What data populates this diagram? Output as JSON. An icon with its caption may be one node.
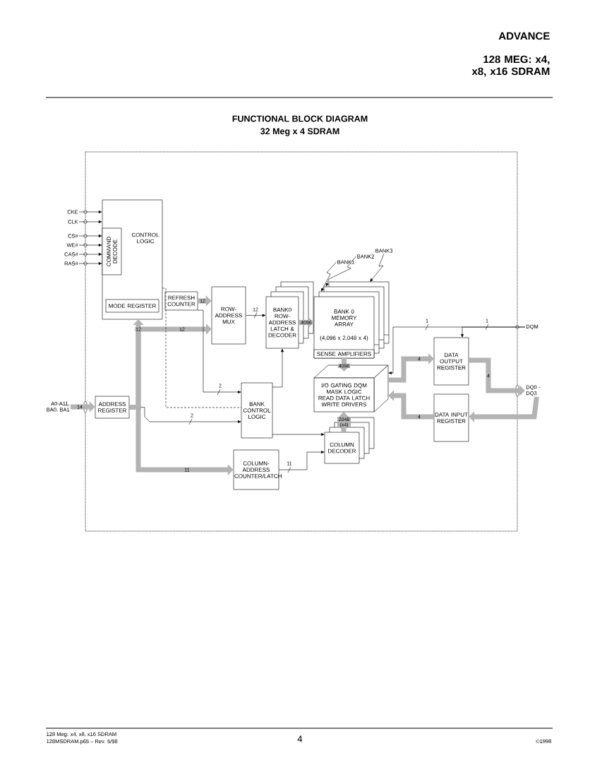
{
  "diagram": {
    "title": "FUNCTIONAL BLOCK DIAGRAM",
    "nodes": [
      {
        "text": [
          "CONTROL LOGIC"
        ]
      },
      {
        "text": [
          "COMMAND DECODE"
        ],
        "in": 0
      },
      {
        "text": [
          "MODE REGISTER"
        ],
        "in": 0
      },
      {
        "text": [
          "REFRESH COUNTER"
        ]
      },
      {
        "text": [
          "ROW-ADDRESS MUX"
        ]
      },
      {
        "text": [
          "BANK0 ROW-ADDRESS LATCH & DECODER"
        ]
      },
      {
        "text": [
          "BANK 0 MEMORY ARRAY",
          "(4,096 x 2,048 x 4)"
        ]
      },
      {
        "text": [
          "SENSE AMPLIFIERS"
        ],
        "in": 6
      },
      {
        "text": [
          "I/O GATING DQM MASK LOGIC READ DATA LATCH WRITE DRIVERS"
        ]
      },
      {
        "text": [
          "DATA OUTPUT REGISTER"
        ]
      },
      {
        "text": [
          "DATA INPUT REGISTER"
        ]
      },
      {
        "text": [
          "ADDRESS REGISTER"
        ]
      },
      {
        "text": [
          "BANK CONTROL LOGIC"
        ]
      },
      {
        "text": [
          "COLUMN-ADDRESS COUNTER/LATCH"
        ]
      },
      {
        "text": [
          "COLUMN DECODER"
        ]
      },
      {
        "text": [
          "CKE"
        ]
      },
      {
        "text": [
          "CLK"
        ]
      },
      {
        "text": [
          "CS#"
        ]
      },
      {
        "text": [
          "WE#"
        ]
      },
      {
        "text": [
          "CAS#"
        ]
      },
      {
        "text": [
          "RAS#"
        ]
      },
      {
        "text": [
          "A0-A11, BA0, BA1"
        ]
      },
      {
        "text": [
          "DQM"
        ]
      },
      {
        "text": [
          "DQ0 - DQ3"
        ]
      },
      {
        "text": [
          "BANK1"
        ]
      },
      {
        "text": [
          "BANK2"
        ]
      },
      {
        "text": [
          "BANK3"
        ]
      },
      {
        "text": [],
        "shape": "box"
      },
      {
        "text": [],
        "shape": "box"
      },
      {
        "text": [],
        "shape": "box"
      }
    ],
    "edges": [
      {
        "from": 15,
        "to": 0,
        "arrow": "to"
      },
      {
        "from": 16,
        "to": 0,
        "arrow": "to"
      },
      {
        "from": 17,
        "to": 1,
        "arrow": "to"
      },
      {
        "from": 18,
        "to": 1,
        "arrow": "to"
      },
      {
        "from": 19,
        "to": 1,
        "arrow": "to"
      },
      {
        "from": 20,
        "to": 1,
        "arrow": "to"
      },
      {
        "from": 21,
        "to": 11,
        "arrow": "to",
        "label": "14",
        "style": "thick",
        "color": "#b3b3b3"
      },
      {
        "from": 11,
        "to": 0,
        "arrow": "to",
        "label": "12",
        "style": "thick",
        "color": "#b3b3b3"
      },
      {
        "from": 11,
        "to": 4,
        "arrow": "to",
        "label": "12",
        "style": "thick",
        "color": "#b3b3b3"
      },
      {
        "from": 3,
        "to": 4,
        "arrow": "to",
        "label": "12",
        "style": "thick",
        "color": "#b3b3b3"
      },
      {
        "from": 4,
        "to": 5,
        "arrow": "to",
        "label": "12"
      },
      {
        "from": 3,
        "to": 12,
        "arrow": "to",
        "label": "2"
      },
      {
        "from": 11,
        "to": 12,
        "arrow": "to",
        "label": "2"
      },
      {
        "from": 11,
        "to": 13,
        "arrow": "to",
        "label": "11",
        "style": "thick",
        "color": "#b3b3b3"
      },
      {
        "from": 13,
        "to": 14,
        "arrow": "to",
        "label": "11"
      },
      {
        "from": 12,
        "to": 5,
        "arrow": "to"
      },
      {
        "from": 12,
        "to": 14,
        "arrow": "to"
      },
      {
        "from": 5,
        "to": 6,
        "arrow": "to",
        "label": "4096",
        "style": "thick",
        "color": "#b3b3b3"
      },
      {
        "from": 6,
        "to": 8,
        "arrow": "to",
        "label": "4096",
        "style": "thick",
        "color": "#b3b3b3"
      },
      {
        "from": 14,
        "to": 8,
        "arrow": "to",
        "label": "2048 (x4)",
        "style": "thick",
        "color": "#b3b3b3"
      },
      {
        "from": 8,
        "to": 9,
        "arrow": "to",
        "label": "4",
        "style": "thick",
        "color": "#b3b3b3"
      },
      {
        "from": 10,
        "to": 8,
        "arrow": "to",
        "label": "4",
        "style": "thick",
        "color": "#b3b3b3"
      },
      {
        "from": 9,
        "to": 23,
        "arrow": "to",
        "label": "4",
        "style": "thick",
        "color": "#b3b3b3"
      },
      {
        "from": 23,
        "to": 10,
        "arrow": "to",
        "style": "thick",
        "color": "#b3b3b3"
      },
      {
        "from": 22,
        "to": 9,
        "arrow": "to",
        "label": "1"
      },
      {
        "from": 22,
        "to": 8,
        "arrow": "to",
        "label": "1"
      },
      {
        "from": 0,
        "to": 12,
        "arrow": "none",
        "style": "dashed"
      },
      {
        "from": 24,
        "to": 27,
        "arrow": "to"
      },
      {
        "from": 25,
        "to": 28,
        "arrow": "to"
      },
      {
        "from": 26,
        "to": 29,
        "arrow": "to"
      }
    ],
    "labels": [
      "ADVANCE",
      "128 MEG: x4, x8, x16 SDRAM",
      "32 Meg x 4 SDRAM",
      "128 Meg: x4, x8, x16 SDRAM",
      "128MSDRAM.p65 – Rev. 5/98",
      "4",
      "©1998"
    ]
  }
}
